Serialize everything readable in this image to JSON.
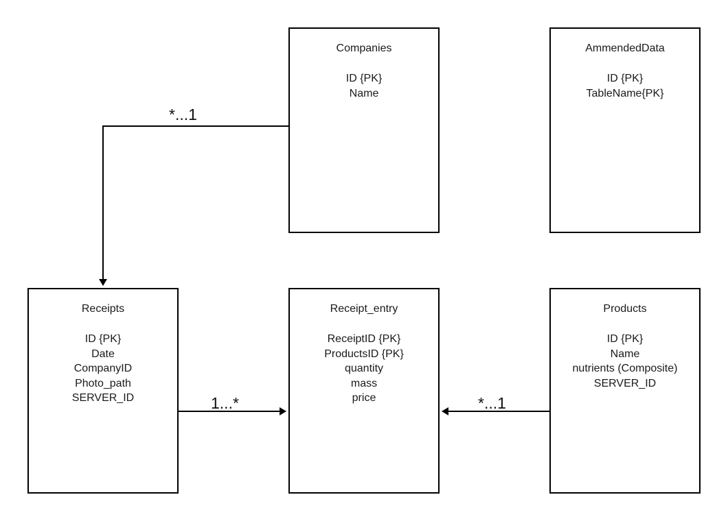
{
  "entities": {
    "companies": {
      "title": "Companies",
      "fields": [
        "ID {PK}",
        "Name"
      ]
    },
    "ammended_data": {
      "title": "AmmendedData",
      "fields": [
        "ID {PK}",
        "TableName{PK}"
      ]
    },
    "receipts": {
      "title": "Receipts",
      "fields": [
        "ID {PK}",
        "Date",
        "CompanyID",
        "Photo_path",
        "SERVER_ID"
      ]
    },
    "receipt_entry": {
      "title": "Receipt_entry",
      "fields": [
        "ReceiptID {PK}",
        "ProductsID {PK}",
        "quantity",
        "mass",
        "price"
      ]
    },
    "products": {
      "title": "Products",
      "fields": [
        "ID {PK}",
        "Name",
        "nutrients (Composite)",
        "SERVER_ID"
      ]
    }
  },
  "relationships": {
    "companies_receipts": {
      "multiplicity": "*...1"
    },
    "receipts_entry": {
      "multiplicity": "1...*"
    },
    "products_entry": {
      "multiplicity": "*...1"
    }
  },
  "colors": {
    "line": "#000000",
    "background": "#ffffff",
    "text": "#1a1a1a"
  }
}
